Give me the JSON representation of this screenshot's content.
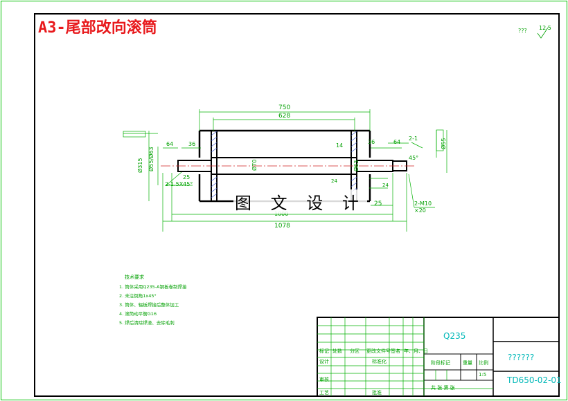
{
  "title": "A3-尾部改向滚筒",
  "watermark": "图 文 设 计",
  "roughness": {
    "prefix": "???",
    "value": "12.5"
  },
  "dimensions": {
    "d750": "750",
    "d628": "628",
    "d64_left": "64",
    "d64_right": "64",
    "d36_left": "36",
    "d36_right": "36",
    "d14": "14",
    "d25_left": "25",
    "d25_right": "25",
    "dia315": "Ø315",
    "dia_left_shaft": "Ø55/Ø63",
    "dia70": "Ø70",
    "dia_mid": "Ø63",
    "dia_right": "Ø55",
    "chamfer_left": "2-1.5X45°",
    "chamfer_right": "2-1",
    "angle": "45°",
    "d1000": "1000",
    "d1078": "1078",
    "thread": "2-M10",
    "thread_depth": "×20",
    "tol1": "24",
    "tol2": "24"
  },
  "tech_requirements": {
    "heading": "技术要求",
    "items": [
      "1. 筒体采用Q235-A钢板卷制焊接",
      "2. 未注倒角1x45°",
      "3. 筒体、辐板焊接后整体加工",
      "4. 滚筒动平衡G16",
      "5. 焊后清除焊渣、去除毛刺"
    ]
  },
  "title_block": {
    "material": "Q235",
    "part_name": "??????",
    "drawing_no": "TD650-02-01",
    "header_row": [
      "标记",
      "处数",
      "分区",
      "更改文件号",
      "签名",
      "年、月、日"
    ],
    "row_design": [
      "设计",
      "",
      "标准化"
    ],
    "row_check": [
      "审核"
    ],
    "row_process": [
      "工艺",
      "",
      "批准"
    ],
    "stage_labels": [
      "阶段标记",
      "重量",
      "比例"
    ],
    "scale": "1:5",
    "sheets": "共  张  第  张"
  }
}
